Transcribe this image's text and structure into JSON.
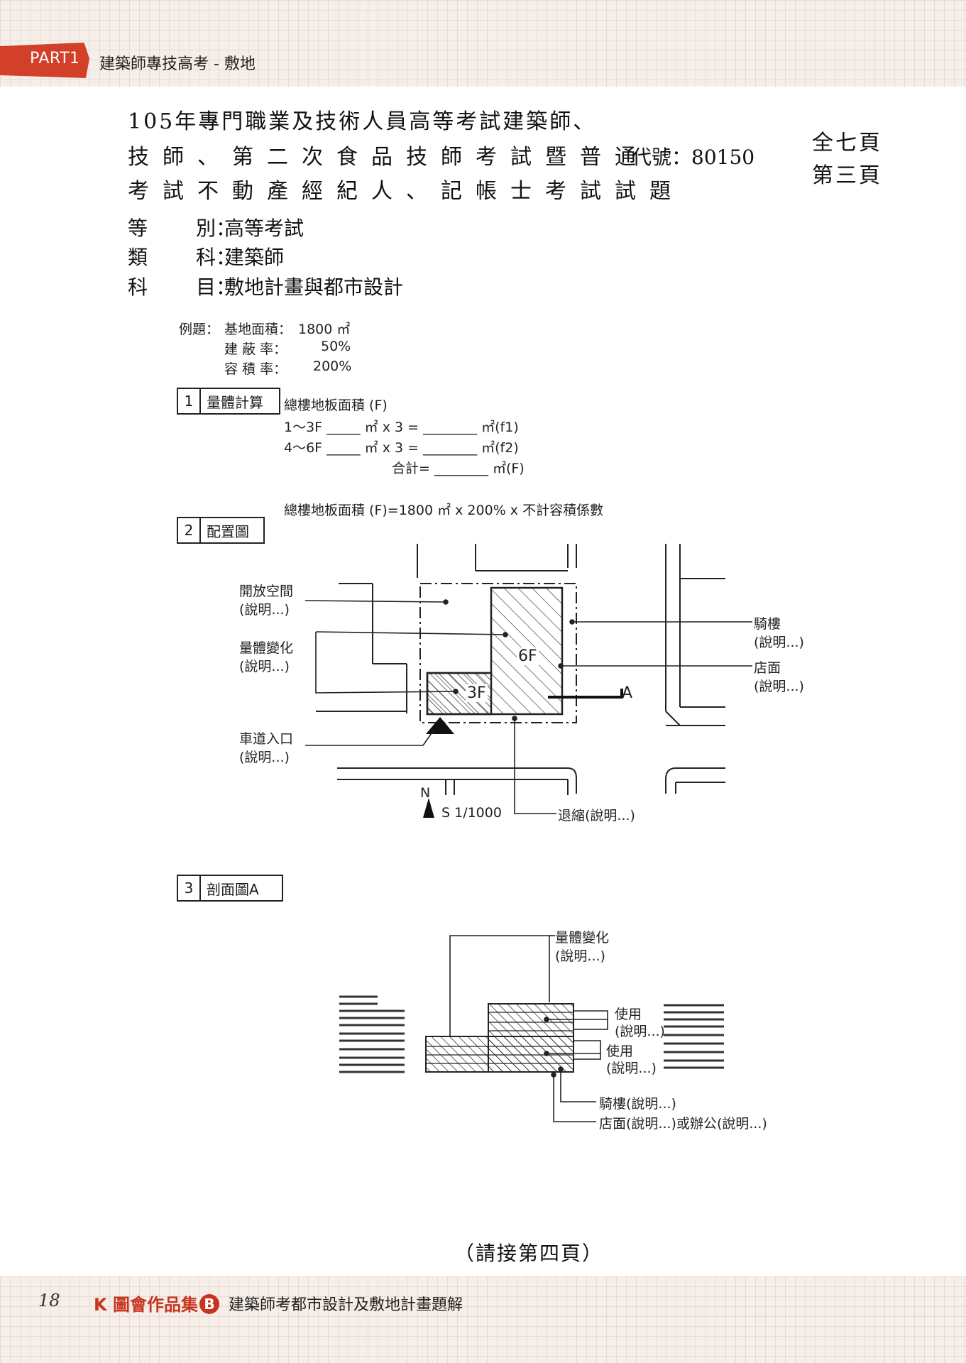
{
  "header": {
    "part": "PART1",
    "title": "建築師專技高考 - 敷地"
  },
  "exam": {
    "title_line1": "105年專門職業及技術人員高等考試建築師、",
    "title_line2": "技師、第二次食品技師考試暨普通",
    "title_line3": "考試不動產經紀人、記帳士考試試題",
    "code": "代號：80150",
    "total_pages": "全七頁",
    "current_page": "第三頁",
    "grade_label": "等",
    "grade_label2": "別：",
    "grade_value": "高等考試",
    "category_label": "類",
    "category_label2": "科：",
    "category_value": "建築師",
    "subject_label": "科",
    "subject_label2": "目：",
    "subject_value": "敷地計畫與都市設計"
  },
  "example": {
    "lead": "例題：",
    "site_area_label": "基地面積：",
    "site_area_value": "1800 ㎡",
    "coverage_label": "建 蔽 率：",
    "coverage_value": "50%",
    "far_label": "容 積 率：",
    "far_value": "200%"
  },
  "section1": {
    "num": "1",
    "label": "量體計算",
    "heading": "總樓地板面積 (F)",
    "row1": "1～3F _____ ㎡ x 3 = ________ ㎡(f1)",
    "row2": "4～6F _____ ㎡ x 3 = ________ ㎡(f2)",
    "row3": "合計= ________ ㎡(F)",
    "formula": "總樓地板面積 (F)=1800 ㎡ x 200% x 不計容積係數"
  },
  "section2": {
    "num": "2",
    "label": "配置圖",
    "open_space": "開放空間",
    "open_space_note": "(說明...)",
    "massing": "量體變化",
    "massing_note": "(說明...)",
    "driveway": "車道入口",
    "driveway_note": "(說明...)",
    "arcade": "騎樓",
    "arcade_note": "(說明...)",
    "storefront": "店面",
    "storefront_note": "(說明...)",
    "floor_high": "6F",
    "floor_low": "3F",
    "section_mark": "A",
    "north": "N",
    "scale": "S 1/1000",
    "setback": "退縮(說明...)"
  },
  "section3": {
    "num": "3",
    "label": "剖面圖A",
    "massing": "量體變化",
    "massing_note": "(說明...)",
    "use1": "使用",
    "use1_note": "(說明...)",
    "use2": "使用",
    "use2_note": "(說明...)",
    "arcade": "騎樓(說明...)",
    "store_office": "店面(說明...)或辦公(說明...)"
  },
  "footer": {
    "continue": "（請接第四頁）",
    "page_number": "18",
    "brand": "K 圖會作品集",
    "brand_badge": "B",
    "book_title": "建築師考都市設計及敷地計畫題解"
  }
}
